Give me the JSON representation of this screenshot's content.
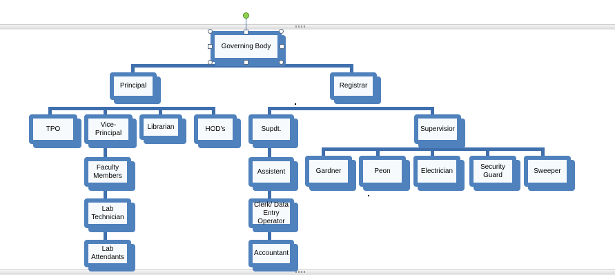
{
  "diagram": {
    "root": {
      "label": "Governing Body"
    },
    "principal": {
      "label": "Principal",
      "children": {
        "tpo": "TPO",
        "vice_principal": "Vice-\nPrincipal",
        "librarian": "Librarian",
        "hods": "HOD's"
      },
      "vice_chain": {
        "faculty": "Faculty\nMembers",
        "lab_technician": "Lab\nTechnician",
        "lab_attendants": "Lab\nAttendants"
      }
    },
    "registrar": {
      "label": "Registrar",
      "children": {
        "supdt": "Supdt.",
        "supervisor": "Supervisior"
      },
      "supdt_chain": {
        "assistent": "Assistent",
        "clerk": "Clerk/ Data\nEntry\nOperator",
        "accountant": "Accountant"
      },
      "supervisor_children": {
        "gardner": "Gardner",
        "peon": "Peon",
        "electrician": "Electrician",
        "security": "Security\nGuard",
        "sweeper": "Sweeper"
      }
    }
  },
  "colors": {
    "box_border": "#4f81bd",
    "connector": "#3f6fad",
    "box_fill": "#f7fafd"
  }
}
